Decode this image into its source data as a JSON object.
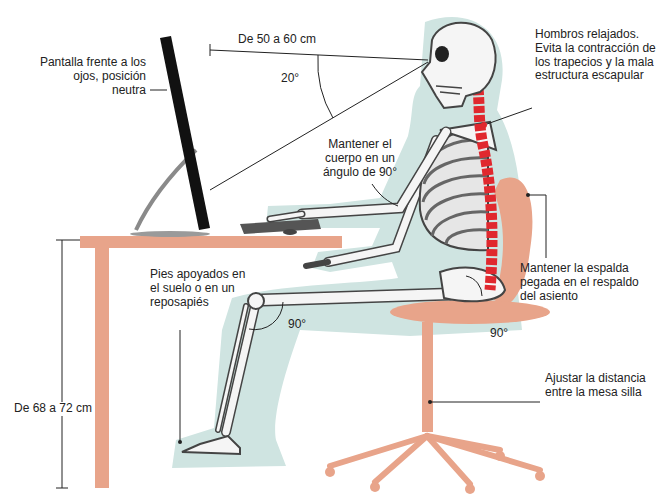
{
  "diagram": {
    "labels": [
      "Pantalla frente a los ojos, posición neutra",
      "De 50 a 60 cm",
      "20°",
      "Hombros relajados. Evita la contracción de los trapecios y la mala estructura escapular",
      "Mantener el cuerpo en un ángulo de 90°",
      "Mantener la espalda pegada en el respaldo del asiento",
      "90°",
      "Pies apoyados en el suelo o en un reposapiés",
      "90°",
      "De 68 a 72 cm",
      "Ajustar la distancia entre la mesa silla"
    ]
  }
}
